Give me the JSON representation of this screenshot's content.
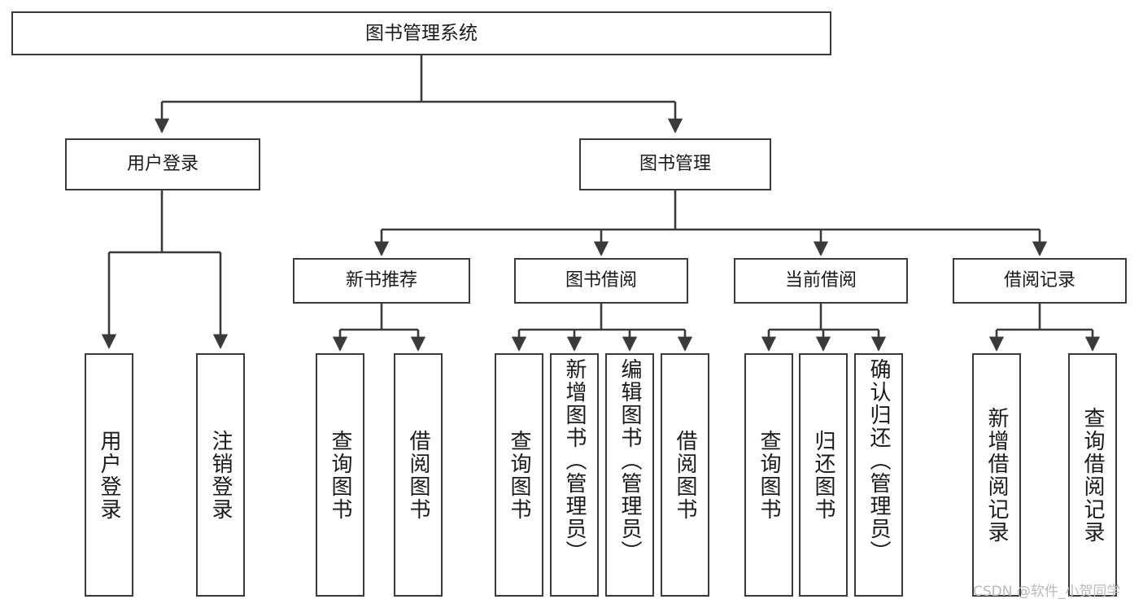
{
  "diagram": {
    "title": "图书管理系统",
    "type": "hierarchy-tree",
    "levels": 4,
    "root": {
      "id": "root",
      "label": "图书管理系统",
      "orientation": "horizontal"
    },
    "level2": [
      {
        "id": "user-login",
        "label": "用户登录",
        "orientation": "horizontal"
      },
      {
        "id": "book-manage",
        "label": "图书管理",
        "orientation": "horizontal"
      }
    ],
    "level3": [
      {
        "id": "new-book-rec",
        "label": "新书推荐",
        "orientation": "horizontal",
        "parent": "book-manage"
      },
      {
        "id": "book-borrow",
        "label": "图书借阅",
        "orientation": "horizontal",
        "parent": "book-manage"
      },
      {
        "id": "current-borrow",
        "label": "当前借阅",
        "orientation": "horizontal",
        "parent": "book-manage"
      },
      {
        "id": "borrow-record",
        "label": "借阅记录",
        "orientation": "horizontal",
        "parent": "book-manage"
      }
    ],
    "leaves": [
      {
        "id": "leaf-user-login",
        "label": "用户登录",
        "parent": "user-login",
        "align": "center"
      },
      {
        "id": "leaf-logout",
        "label": "注销登录",
        "parent": "user-login",
        "align": "center"
      },
      {
        "id": "leaf-query-book-1",
        "label": "查询图书",
        "parent": "new-book-rec",
        "align": "center"
      },
      {
        "id": "leaf-borrow-book-1",
        "label": "借阅图书",
        "parent": "new-book-rec",
        "align": "center"
      },
      {
        "id": "leaf-query-book-2",
        "label": "查询图书",
        "parent": "book-borrow",
        "align": "center"
      },
      {
        "id": "leaf-add-book",
        "label": "新增图书（管理员）",
        "parent": "book-borrow",
        "align": "top"
      },
      {
        "id": "leaf-edit-book",
        "label": "编辑图书（管理员）",
        "parent": "book-borrow",
        "align": "top"
      },
      {
        "id": "leaf-borrow-book-2",
        "label": "借阅图书",
        "parent": "book-borrow",
        "align": "center"
      },
      {
        "id": "leaf-query-book-3",
        "label": "查询图书",
        "parent": "current-borrow",
        "align": "center"
      },
      {
        "id": "leaf-return-book",
        "label": "归还图书",
        "parent": "current-borrow",
        "align": "center"
      },
      {
        "id": "leaf-confirm-return",
        "label": "确认归还（管理员）",
        "parent": "current-borrow",
        "align": "top"
      },
      {
        "id": "leaf-add-record",
        "label": "新增借阅记录",
        "parent": "borrow-record",
        "align": "center"
      },
      {
        "id": "leaf-query-record",
        "label": "查询借阅记录",
        "parent": "borrow-record",
        "align": "center"
      }
    ]
  },
  "watermark": {
    "text": "CSDN @软件_小贺同学"
  },
  "colors": {
    "stroke": "#3a3a3a",
    "fill": "#ffffff",
    "text": "#1a1a1a",
    "watermark": "#b9b9b9"
  }
}
